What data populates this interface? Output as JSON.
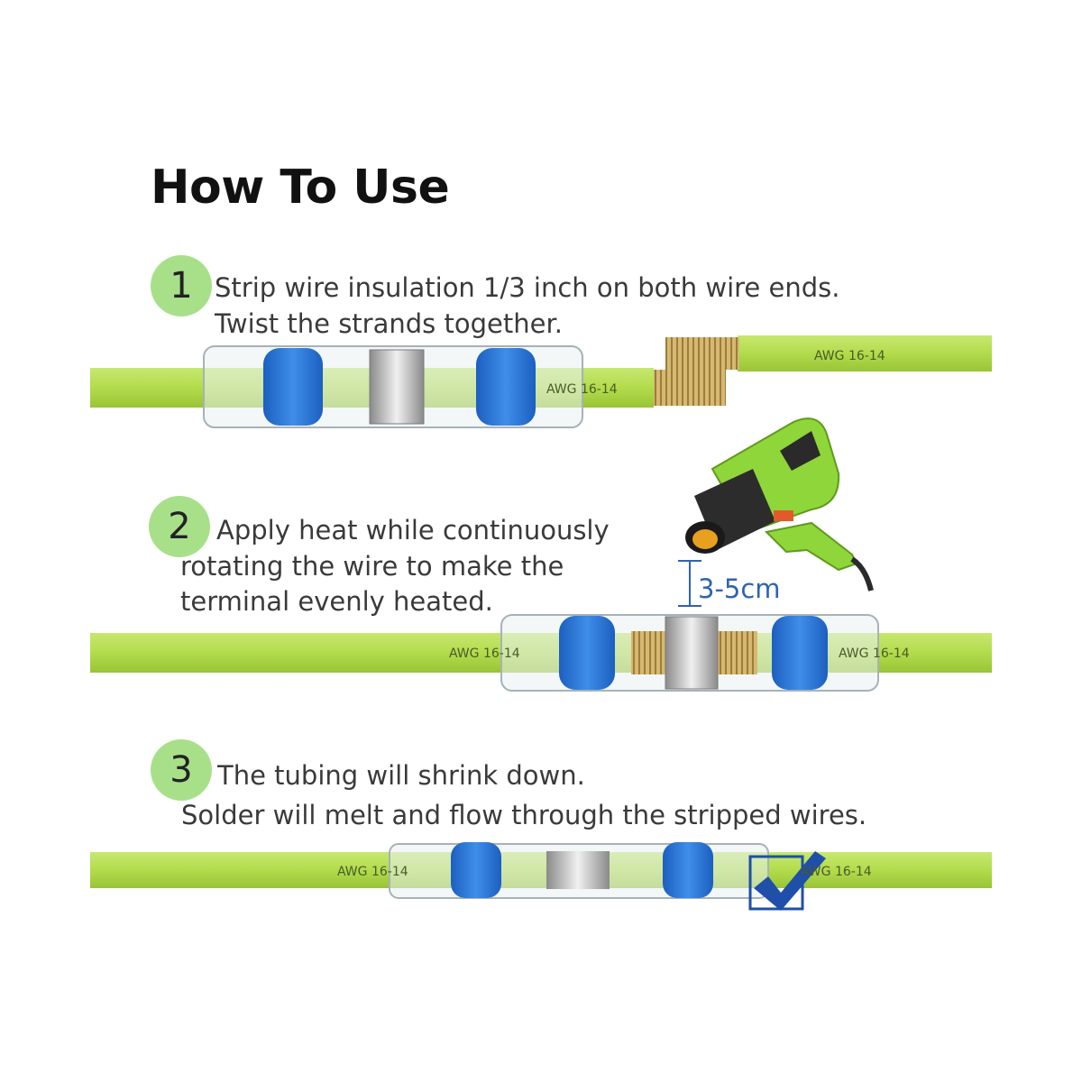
{
  "title": "How To Use",
  "steps": [
    {
      "number": "1",
      "lines": [
        "Strip wire insulation 1/3 inch on both wire ends.",
        "Twist the strands together."
      ]
    },
    {
      "number": "2",
      "lines": [
        "Apply heat while continuously",
        "rotating the wire to make the",
        "terminal evenly heated."
      ]
    },
    {
      "number": "3",
      "lines": [
        "The tubing will shrink down.",
        "Solder will melt and flow through the stripped wires."
      ]
    }
  ],
  "wire_label": "AWG 16-14",
  "distance_label": "3-5cm",
  "colors": {
    "wire": "#b3dc4c",
    "wire_dark": "#8fb92e",
    "solder_ring": "#2b74d6",
    "solder_center": "#c9c9c9",
    "heat_gun": "#8fd63a",
    "step_circle": "#a8e08a",
    "check": "#1f4fa8"
  }
}
